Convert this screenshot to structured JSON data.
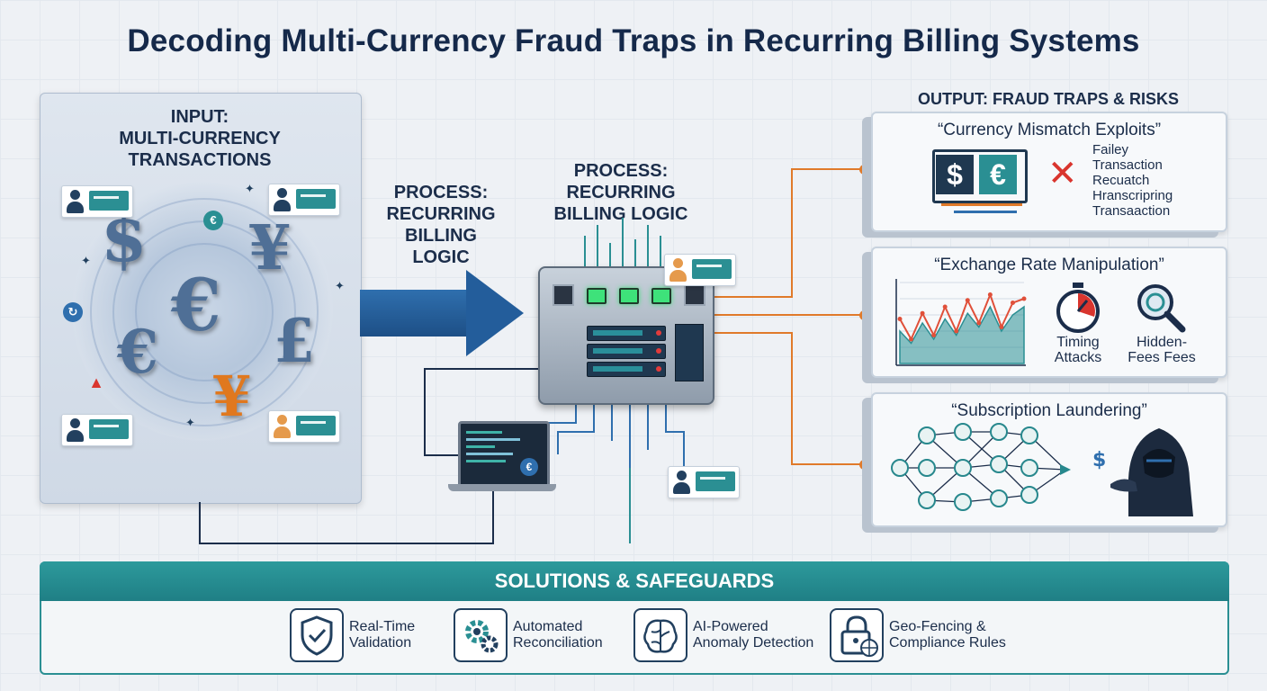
{
  "title": "Decoding Multi-Currency Fraud Traps in Recurring Billing Systems",
  "input": {
    "label_line1": "INPUT:",
    "label_line2": "MULTI-CURRENCY",
    "label_line3": "TRANSACTIONS",
    "symbols": [
      "$",
      "¥",
      "€",
      "€",
      "£",
      "¥"
    ]
  },
  "process": {
    "left_line1": "PROCESS:",
    "left_line2": "RECURRING",
    "left_line3": "BILLING",
    "left_line4": "LOGIC",
    "right_line1": "PROCESS:",
    "right_line2": "RECURRING",
    "right_line3": "BILLING LOGIC"
  },
  "output": {
    "label": "OUTPUT: FRAUD TRAPS & RISKS",
    "risk1": {
      "title": "“Currency Mismatch Exploits”",
      "symbol_a": "$",
      "symbol_b": "€",
      "lines": [
        "Failey",
        "Transaction",
        "Recuatch",
        "Hranscripring",
        "Transaaction"
      ]
    },
    "risk2": {
      "title": "“Exchange Rate Manipulation”",
      "timing_line1": "Timing",
      "timing_line2": "Attacks",
      "hidden_line1": "Hidden-",
      "hidden_line2": "Fees Fees",
      "series_red": [
        0.55,
        0.3,
        0.62,
        0.35,
        0.7,
        0.4,
        0.78,
        0.5,
        0.85,
        0.45,
        0.75,
        0.8
      ],
      "series_teal": [
        0.4,
        0.25,
        0.5,
        0.3,
        0.55,
        0.35,
        0.62,
        0.45,
        0.7,
        0.4,
        0.6,
        0.7
      ]
    },
    "risk3": {
      "title": "“Subscription Laundering”"
    }
  },
  "solutions": {
    "heading": "SOLUTIONS & SAFEGUARDS",
    "items": [
      {
        "line1": "Real-Time",
        "line2": "Validation"
      },
      {
        "line1": "Automated",
        "line2": "Reconciliation"
      },
      {
        "line1": "AI-Powered",
        "line2": "Anomaly Detection"
      },
      {
        "line1": "Geo-Fencing &",
        "line2": "Compliance Rules"
      }
    ]
  },
  "colors": {
    "navy": "#1b2d4a",
    "teal": "#2a8f93",
    "orange": "#e07a2a",
    "red": "#d9352e",
    "blue_arrow": "#235d9b"
  }
}
